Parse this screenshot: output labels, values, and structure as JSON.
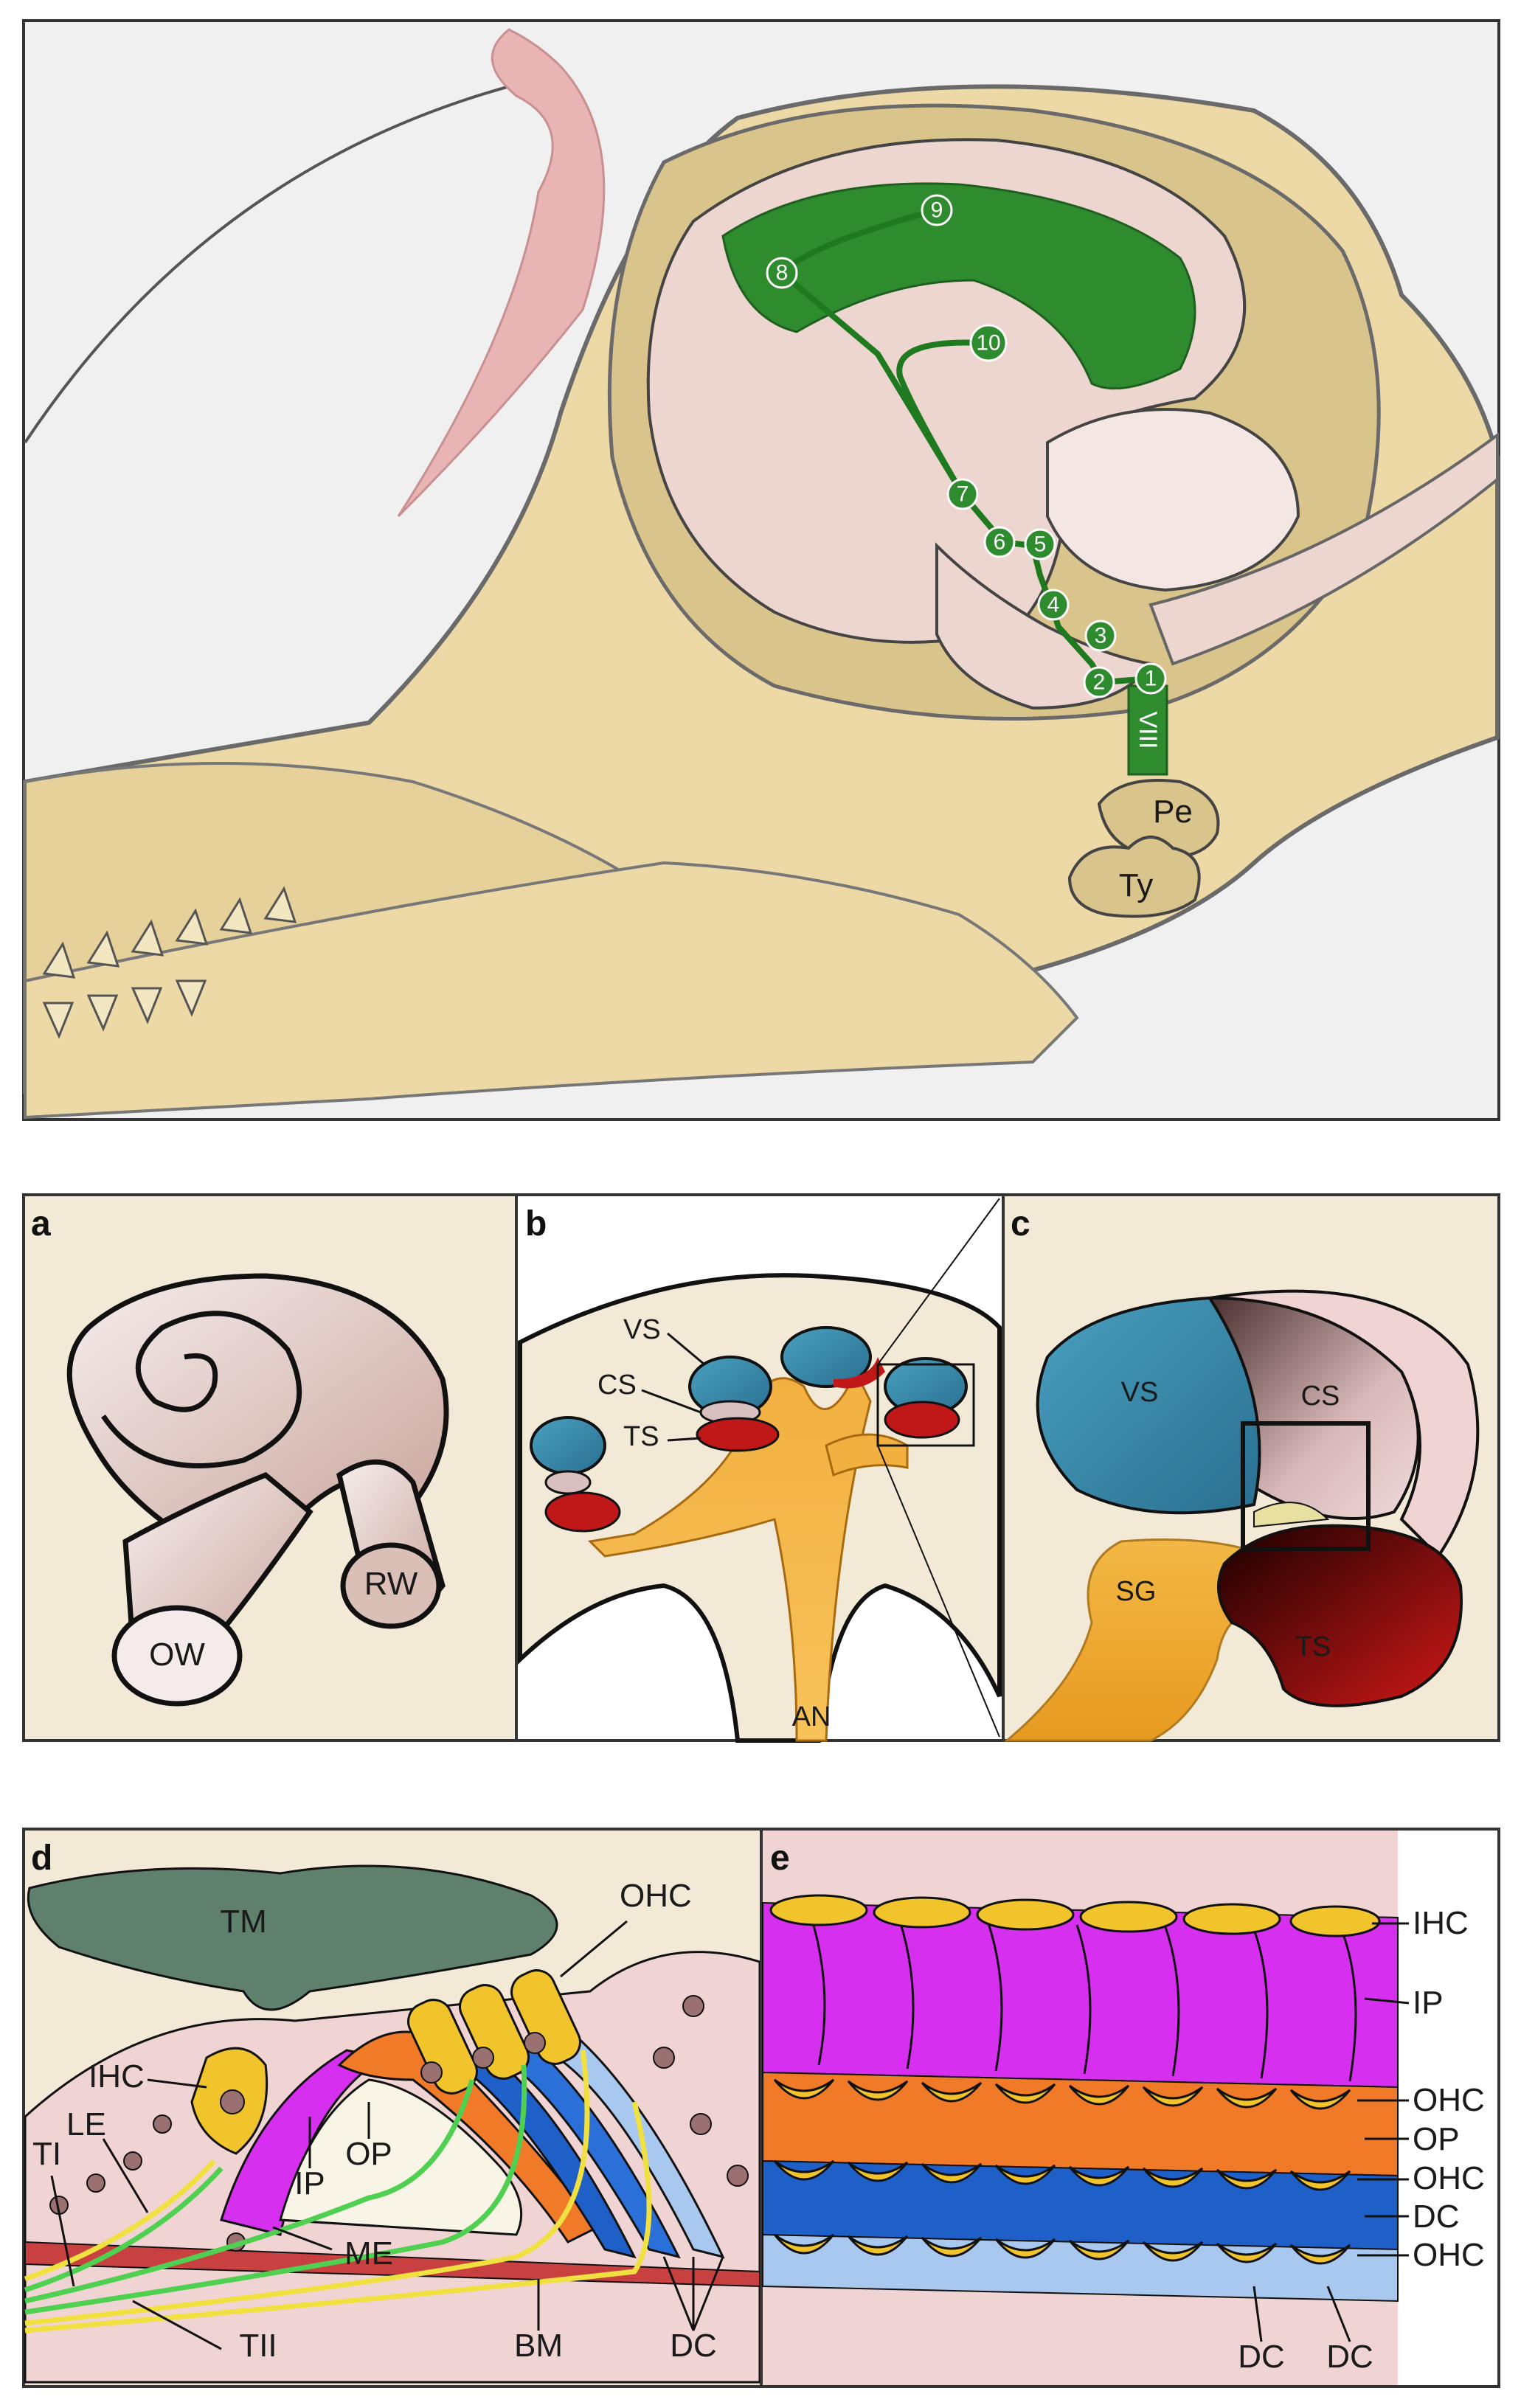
{
  "top_panel": {
    "pathway_nodes": [
      "1",
      "2",
      "3",
      "4",
      "5",
      "6",
      "7",
      "8",
      "9",
      "10"
    ],
    "nerve_label": "VIII",
    "bone_labels": {
      "periotic": "Pe",
      "tympanic": "Ty"
    }
  },
  "panel_a": {
    "letter": "a",
    "labels": {
      "oval_window": "OW",
      "round_window": "RW"
    }
  },
  "panel_b": {
    "letter": "b",
    "labels": {
      "vs": "VS",
      "cs": "CS",
      "ts": "TS",
      "an": "AN"
    }
  },
  "panel_c": {
    "letter": "c",
    "labels": {
      "vs": "VS",
      "cs": "CS",
      "sg": "SG",
      "ts": "TS"
    }
  },
  "panel_d": {
    "letter": "d",
    "labels": {
      "tm": "TM",
      "ohc": "OHC",
      "ihc": "IHC",
      "le": "LE",
      "ti": "TI",
      "ip": "IP",
      "op": "OP",
      "me": "ME",
      "tii": "TII",
      "bm": "BM",
      "dc": "DC"
    }
  },
  "panel_e": {
    "letter": "e",
    "labels": {
      "ihc": "IHC",
      "ip": "IP",
      "ohc1": "OHC",
      "op": "OP",
      "ohc2": "OHC",
      "dc": "DC",
      "ohc3": "OHC",
      "dc_bottom_1": "DC",
      "dc_bottom_2": "DC"
    }
  },
  "colors": {
    "background": "#f0f0f0",
    "skull": "#ecd9a6",
    "brain": "#ecd6cf",
    "cortex": "#2e8b2e",
    "panel_bg": "#f2ead6",
    "vs_blue": "#3f8fb0",
    "ts_red": "#b01515",
    "nerve_orange": "#f0a828",
    "ip_magenta": "#d62ff0",
    "op_orange": "#f07a28",
    "dc_blue": "#1e5fc8",
    "hair_cell_yellow": "#f0c42a",
    "tm_green": "#5e806c"
  }
}
